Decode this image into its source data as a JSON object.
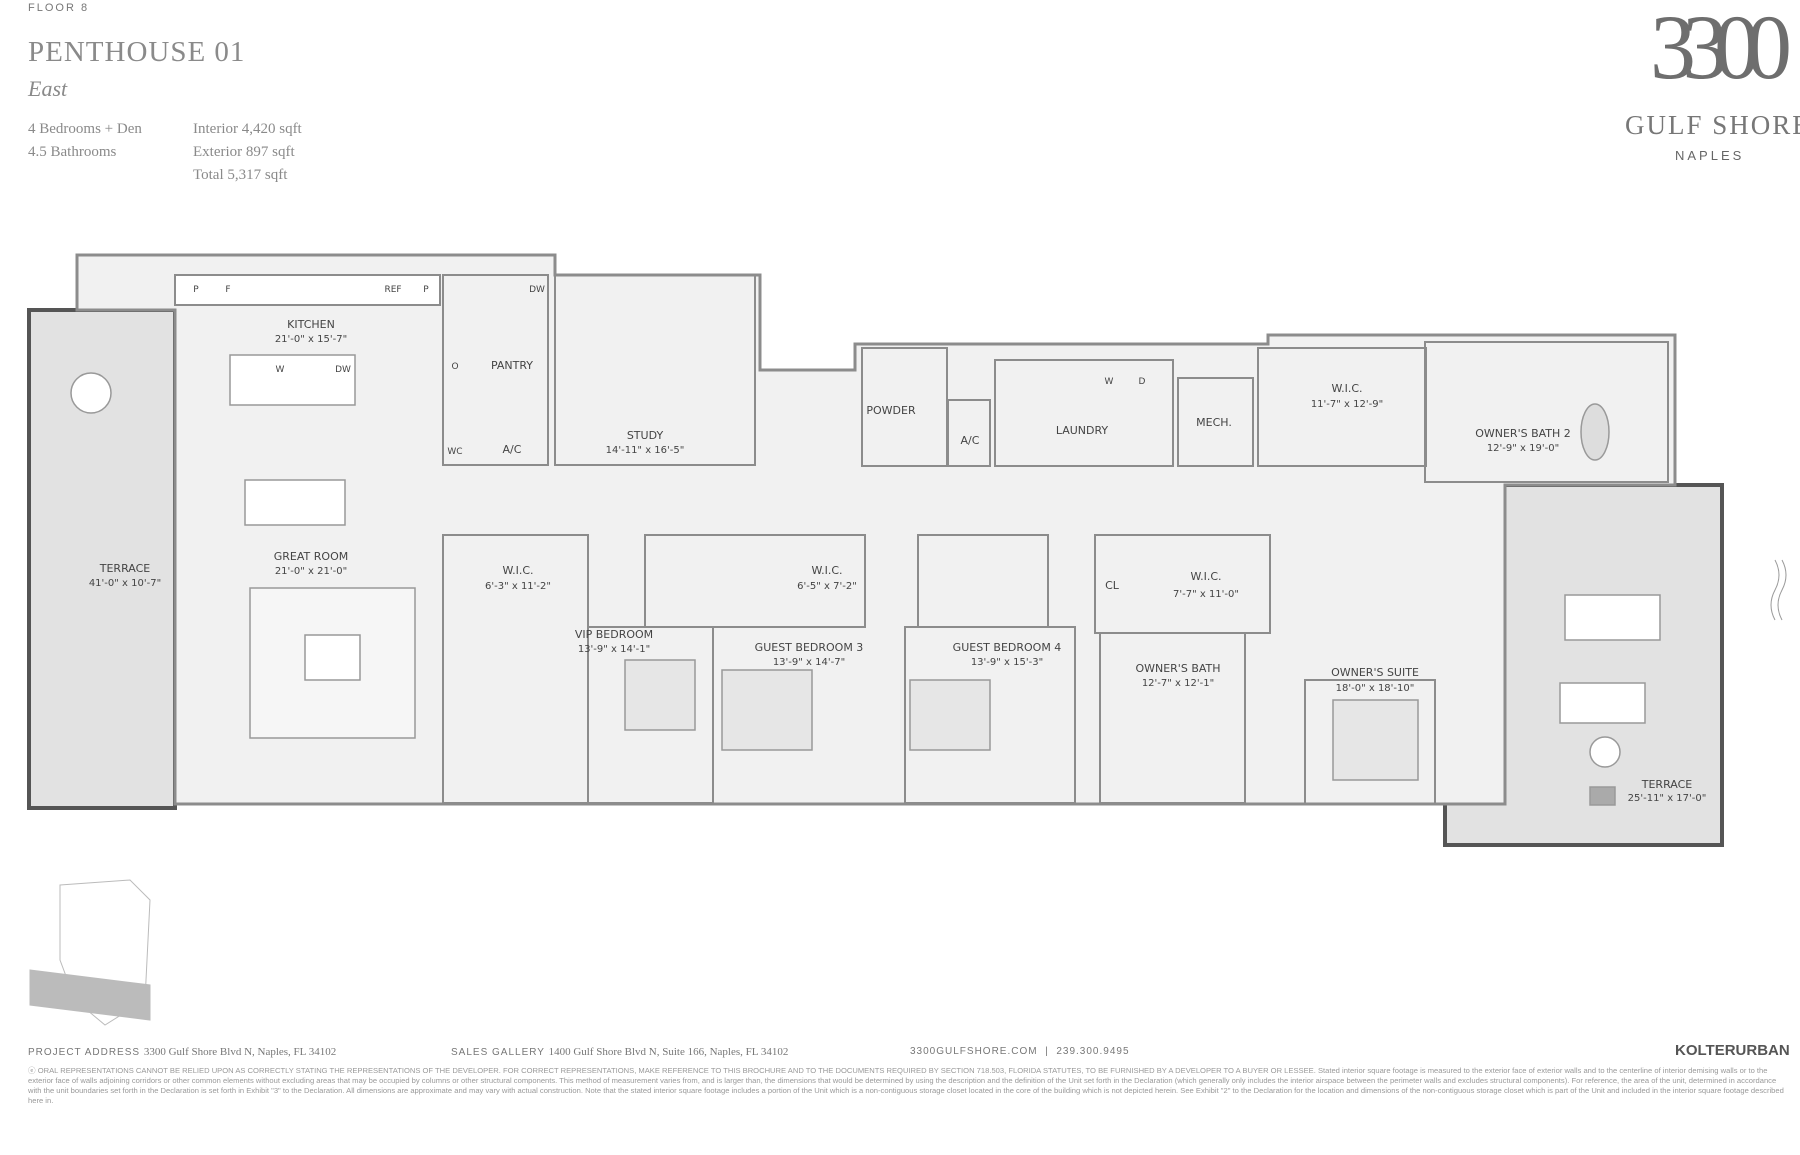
{
  "header": {
    "floor": "FLOOR 8",
    "title": "PENTHOUSE 01",
    "subtitle": "East",
    "bedrooms": "4 Bedrooms + Den",
    "bathrooms": "4.5 Bathrooms",
    "interior": "Interior  4,420 sqft",
    "exterior": "Exterior  897 sqft",
    "total": "Total  5,317 sqft"
  },
  "logo": {
    "number": "3300",
    "name": "GULF SHORE",
    "city": "NAPLES"
  },
  "rooms": {
    "kitchen": {
      "name": "KITCHEN",
      "dims": "21'-0\" x 15'-7\""
    },
    "pantry": {
      "name": "PANTRY"
    },
    "ac1": {
      "name": "A/C"
    },
    "study": {
      "name": "STUDY",
      "dims": "14'-11\" x 16'-5\""
    },
    "powder": {
      "name": "POWDER"
    },
    "ac2": {
      "name": "A/C"
    },
    "laundry": {
      "name": "LAUNDRY"
    },
    "mech": {
      "name": "MECH."
    },
    "wic_owner2": {
      "name": "W.I.C.",
      "dims": "11'-7\" x 12'-9\""
    },
    "owners_bath2": {
      "name": "OWNER'S BATH 2",
      "dims": "12'-9\" x 19'-0\""
    },
    "great_room": {
      "name": "GREAT ROOM",
      "dims": "21'-0\" x 21'-0\""
    },
    "terrace_west": {
      "name": "TERRACE",
      "dims": "41'-0\" x 10'-7\""
    },
    "wic_vip": {
      "name": "W.I.C.",
      "dims": "6'-3\" x 11'-2\""
    },
    "vip_bedroom": {
      "name": "VIP BEDROOM",
      "dims": "13'-9\" x 14'-1\""
    },
    "wic_guest3": {
      "name": "W.I.C.",
      "dims": "6'-5\" x 7'-2\""
    },
    "guest_bedroom3": {
      "name": "GUEST BEDROOM 3",
      "dims": "13'-9\" x 14'-7\""
    },
    "guest_bedroom4": {
      "name": "GUEST BEDROOM 4",
      "dims": "13'-9\" x 15'-3\""
    },
    "cl": {
      "name": "CL"
    },
    "wic_owner": {
      "name": "W.I.C.",
      "dims": "7'-7\" x 11'-0\""
    },
    "owners_bath": {
      "name": "OWNER'S BATH",
      "dims": "12'-7\" x 12'-1\""
    },
    "owners_suite": {
      "name": "OWNER'S SUITE",
      "dims": "18'-0\" x 18'-10\""
    },
    "terrace_east": {
      "name": "TERRACE",
      "dims": "25'-11\" x 17'-0\""
    }
  },
  "appliances": {
    "p1": "P",
    "f": "F",
    "ref": "REF",
    "p2": "P",
    "dw_pantry": "DW",
    "w_island": "W",
    "dw_island": "DW",
    "oven": "O",
    "wc": "WC",
    "washer": "W",
    "dryer": "D"
  },
  "footer": {
    "project_label": "PROJECT ADDRESS",
    "project_address": "3300 Gulf Shore Blvd N, Naples, FL 34102",
    "sales_label": "SALES GALLERY",
    "sales_address": "1400 Gulf Shore Blvd N, Suite 166, Naples, FL 34102",
    "website": "3300GULFSHORE.COM",
    "separator": "|",
    "phone": "239.300.9495",
    "developer": "KOLTERURBAN",
    "disclaimer": "ⓔ ORAL REPRESENTATIONS CANNOT BE RELIED UPON AS CORRECTLY STATING THE REPRESENTATIONS OF THE DEVELOPER. FOR CORRECT REPRESENTATIONS, MAKE REFERENCE TO THIS BROCHURE AND TO THE DOCUMENTS REQUIRED BY SECTION 718.503, FLORIDA STATUTES, TO BE FURNISHED BY A DEVELOPER TO A BUYER OR LESSEE. Stated interior square footage is measured to the exterior face of exterior walls and to the centerline of interior demising walls or to the exterior face of walls adjoining corridors or other common elements without excluding areas that may be occupied by columns or other structural components. This method of measurement varies from, and is larger than, the dimensions that would be determined by using the description and the definition of the Unit set forth in the Declaration (which generally only includes the interior airspace between the perimeter walls and excludes structural components). For reference, the area of the unit, determined in accordance with the unit boundaries set forth in the Declaration is set forth in Exhibit \"3\" to the Declaration. All dimensions are approximate and may vary with actual construction. Note that the stated interior square footage includes a portion of the Unit which is a non-contiguous storage closet located in the core of the building which is not depicted herein. See Exhibit \"2\" to the Declaration for the location and dimensions of the non-contiguous storage closet which is part of the Unit and included in the interior square footage described here in."
  },
  "colors": {
    "interior": "#f0f0f0",
    "terrace": "#e2e2e2",
    "wall": "#8c8c8c",
    "text": "#777777"
  }
}
